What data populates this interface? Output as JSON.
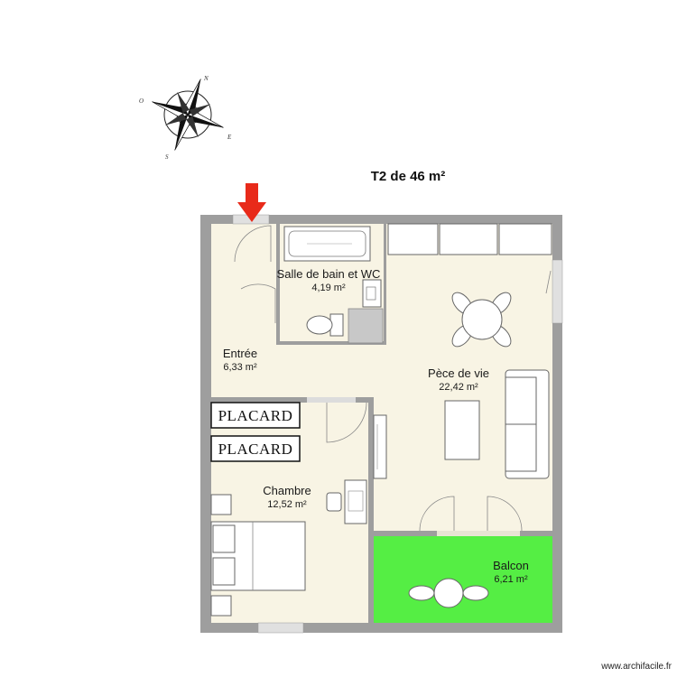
{
  "plan": {
    "title": "T2 de 46 m²",
    "footer": "www.archifacile.fr",
    "compass": {
      "n": "N",
      "e": "E",
      "s": "S",
      "o": "O"
    },
    "rooms": {
      "salle_de_bain": {
        "name": "Salle de bain et WC",
        "area": "4,19 m²"
      },
      "entree": {
        "name": "Entrée",
        "area": "6,33 m²"
      },
      "piece_de_vie": {
        "name": "Pèce de vie",
        "area": "22,42 m²"
      },
      "chambre": {
        "name": "Chambre",
        "area": "12,52 m²"
      },
      "balcon": {
        "name": "Balcon",
        "area": "6,21 m²"
      }
    },
    "placards": [
      "PLACARD",
      "PLACARD"
    ],
    "colors": {
      "floor": "#f8f4e4",
      "wall": "#9e9e9e",
      "balcony": "#55ee44",
      "entry_arrow": "#e82a1a"
    }
  }
}
